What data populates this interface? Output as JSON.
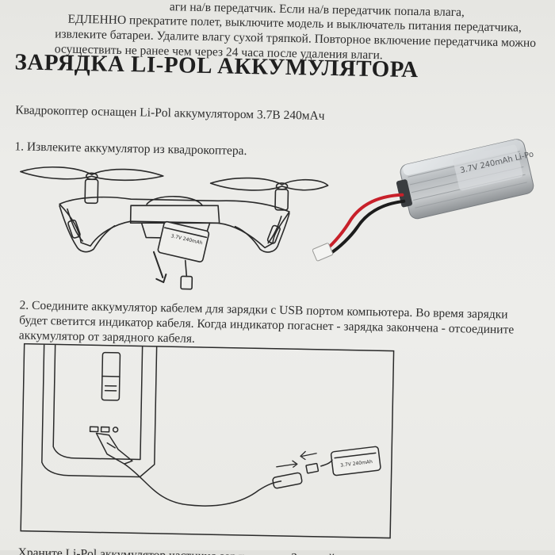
{
  "top_text": {
    "line1": "ЕДЛЕННО прекратите полет, выключите модель и выключатель питания передатчика,",
    "line1_prefix": "аги на/в передатчик. Если на/в передатчик попала влага,",
    "line2": "извлеките батареи. Удалите влагу сухой тряпкой. Повторное включение передатчика можно",
    "line3": "осуществить не ранее чем через 24 часа после удаления влаги."
  },
  "section": {
    "title": "ЗАРЯДКА LI-POL АККУМУЛЯТОРА",
    "intro": "Квадрокоптер оснащен Li-Pol аккумулятором 3.7В 240мАч",
    "step1": "1. Извлеките аккумулятор из квадрокоптера.",
    "step2_line1": "2. Соедините аккумулятор кабелем для зарядки с USB портом компьютера. Во время зарядки",
    "step2_line2": "будет светится индикатор кабеля. Когда индикатор погаснет - зарядка закончена - отсоедините",
    "step2_line3": "аккумулятор от зарядного кабеля.",
    "footer_line": "Храните Li-Pol аккумулятор частично заряженным. Заряжайте аккумулятор на половину один раз"
  },
  "battery_label": {
    "drawing_label": "3.7V 240mAh",
    "photo_label": "3.7V 240mAh Li-Po"
  },
  "colors": {
    "ink": "#2e2e2e",
    "paper": "#ececea",
    "wire_red": "#c8202a",
    "wire_black": "#1c1c1c",
    "battery_silver": "#b9bcbf"
  }
}
